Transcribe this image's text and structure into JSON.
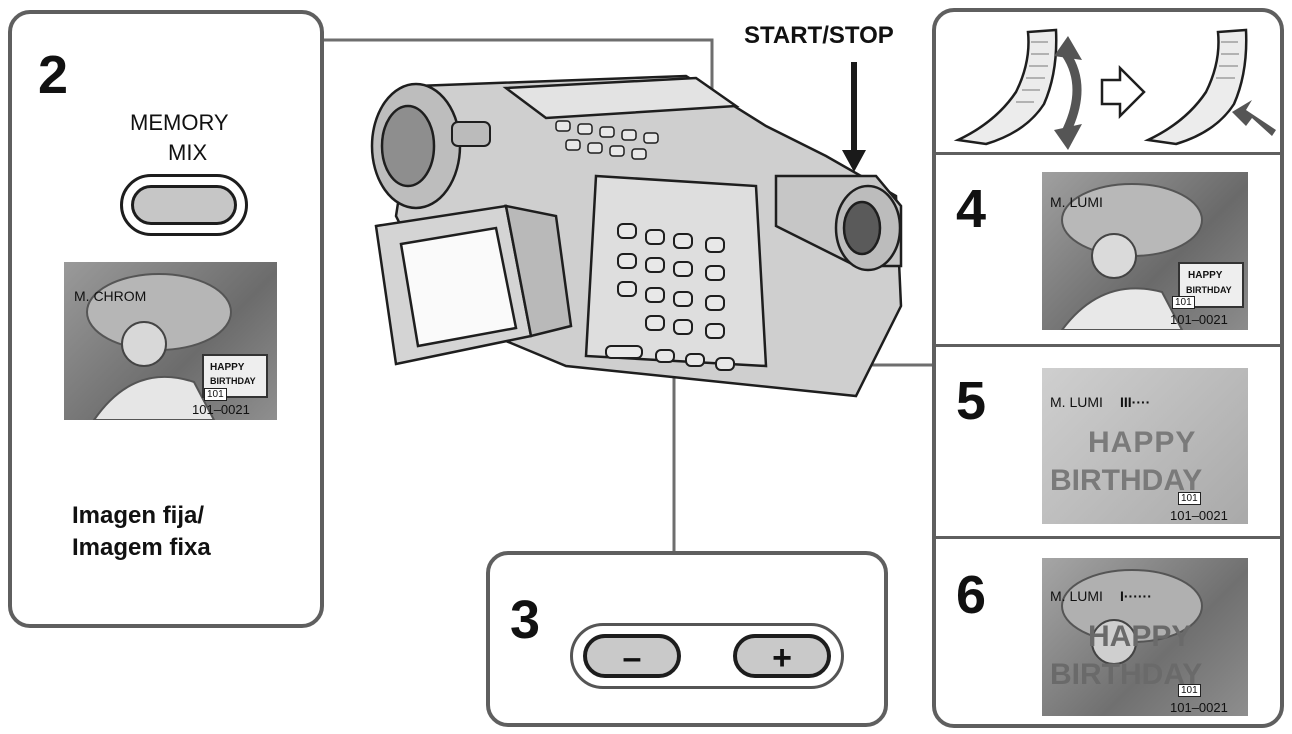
{
  "step2": {
    "number": "2",
    "button_label_line1": "MEMORY",
    "button_label_line2": "MIX",
    "screen": {
      "mode": "M. CHROM",
      "card_line1": "HAPPY",
      "card_line2": "BIRTHDAY",
      "folder": "101",
      "file_no": "101–0021"
    },
    "caption_line1": "Imagen fija/",
    "caption_line2": "Imagem fixa"
  },
  "start_stop_label": "START/STOP",
  "step3": {
    "number": "3",
    "minus": "–",
    "plus": "+"
  },
  "step4": {
    "number": "4",
    "screen": {
      "mode": "M. LUMI",
      "card_line1": "HAPPY",
      "card_line2": "BIRTHDAY",
      "folder": "101",
      "file_no": "101–0021"
    }
  },
  "step5": {
    "number": "5",
    "screen": {
      "mode": "M. LUMI",
      "level": "III····",
      "line1": "HAPPY",
      "line2": "BIRTHDAY",
      "folder": "101",
      "file_no": "101–0021"
    }
  },
  "step6": {
    "number": "6",
    "screen": {
      "mode": "M. LUMI",
      "level": "I······",
      "line1": "HAPPY",
      "line2": "BIRTHDAY",
      "folder": "101",
      "file_no": "101–0021"
    }
  },
  "icons": [
    "camcorder-icon",
    "card-bend-icon",
    "arrow-right-icon",
    "card-push-icon",
    "memory-mix-button-icon",
    "minus-button-icon",
    "plus-button-icon"
  ],
  "colors": {
    "outline": "#5f5f5f",
    "button_fill": "#c9c9c9",
    "text": "#111111"
  }
}
